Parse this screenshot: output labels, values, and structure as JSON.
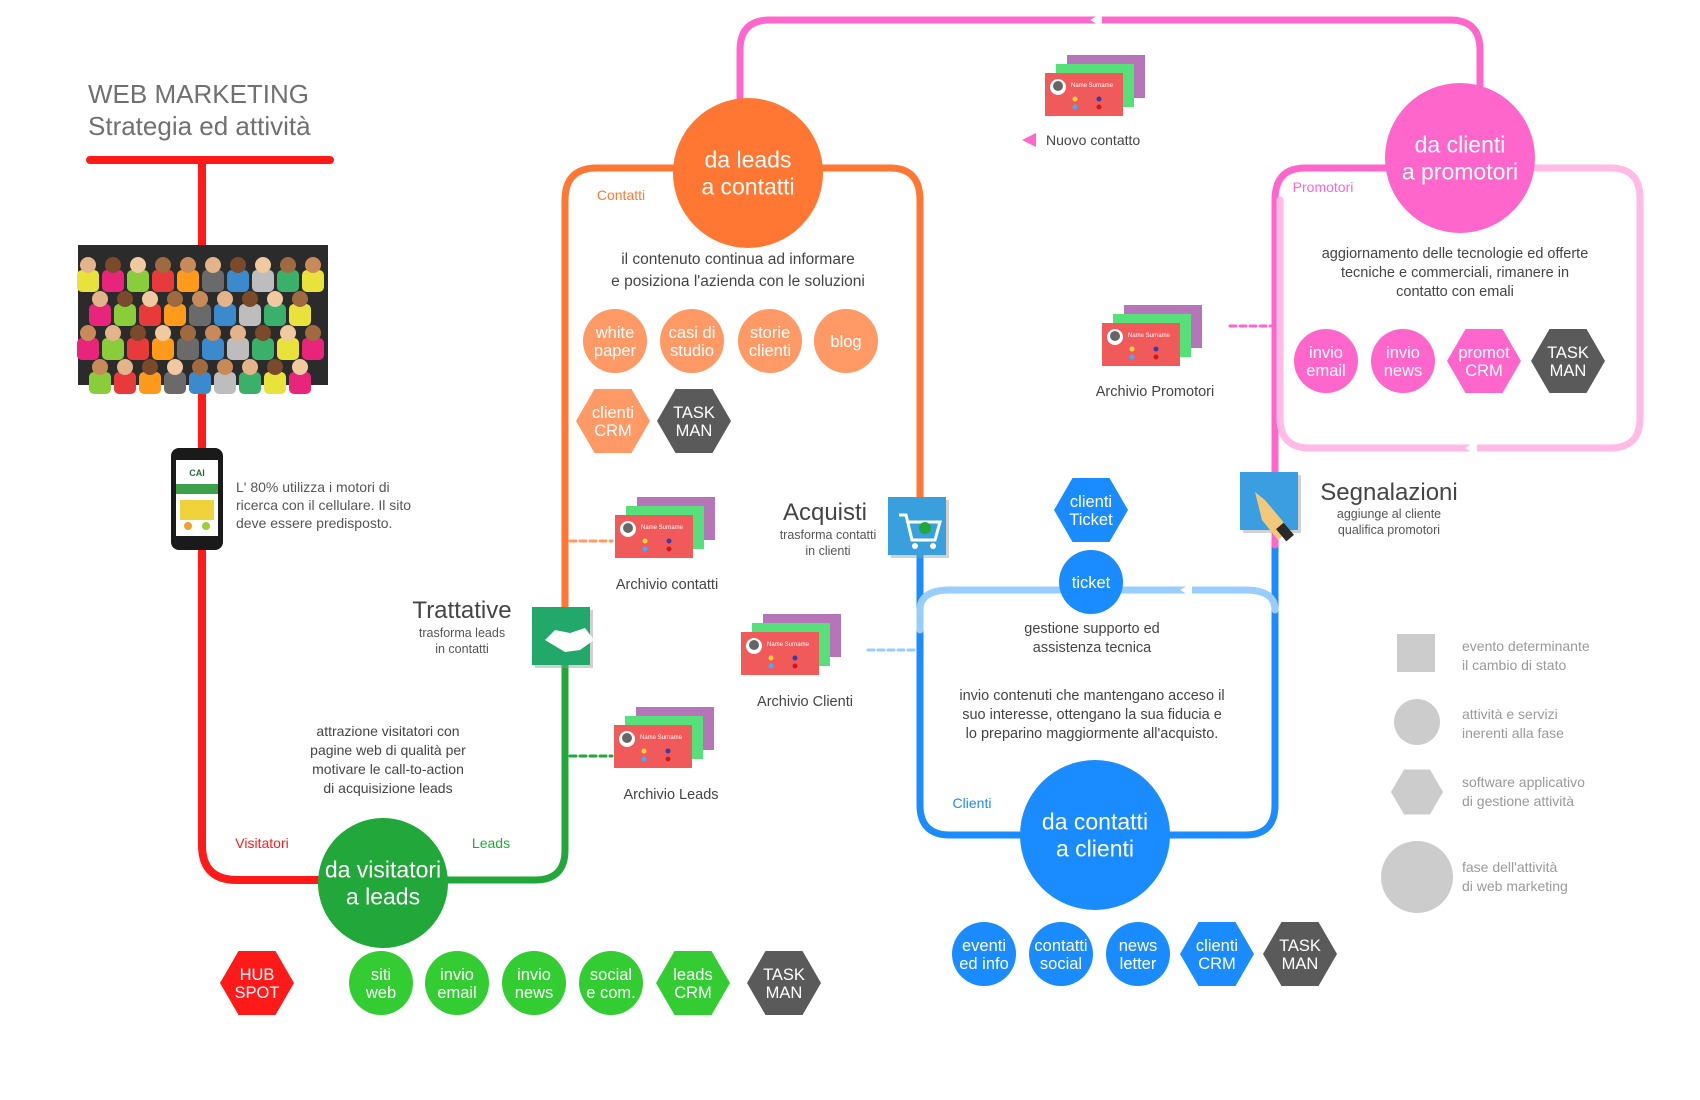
{
  "title": {
    "line1": "WEB MARKETING",
    "line2": "Strategia ed attività"
  },
  "colors": {
    "red": "#ff1a1a",
    "green": "#22a83a",
    "lightgreen": "#33cc33",
    "orange": "#ff7733",
    "salmon": "#ff9966",
    "blue": "#1a8cff",
    "lightblue": "#99ccff",
    "pink": "#ff66cc",
    "lightpink": "#ffbbe6",
    "gray": "#5a5a5a",
    "legend": "#cccccc"
  },
  "phases": {
    "leads": {
      "label": "da visitatori\na leads"
    },
    "contatti": {
      "label": "da leads\na contatti"
    },
    "clienti": {
      "label": "da contatti\na clienti"
    },
    "promotori": {
      "label": "da clienti\na promotori"
    }
  },
  "line_labels": {
    "visitatori": "Visitatori",
    "leads": "Leads",
    "contatti": "Contatti",
    "clienti": "Clienti",
    "promotori": "Promotori"
  },
  "texts": {
    "mobile": "L' 80% utilizza i motori di\nricerca con il cellulare. Il sito\ndeve essere predisposto.",
    "attrazione": "attrazione visitatori con\npagine web di qualità per\nmotivare le call-to-action\ndi acquisizione leads",
    "contenuto": "il contenuto continua ad informare\ne posiziona  l'azienda con le soluzioni",
    "gestione": "gestione supporto ed\nassistenza tecnica",
    "invio": "invio contenuti che mantengano acceso il\nsuo interesse, ottengano la sua fiducia e\nlo preparino maggiormente all'acquisto.",
    "aggiornamento": "aggiornamento delle tecnologie ed offerte\ntecniche e commerciali, rimanere in\ncontatto con emali"
  },
  "events": {
    "trattative": {
      "title": "Trattative",
      "sub": "trasforma leads\nin contatti"
    },
    "acquisti": {
      "title": "Acquisti",
      "sub": "trasforma contatti\nin clienti"
    },
    "segnalazioni": {
      "title": "Segnalazioni",
      "sub": "aggiunge al cliente\nqualifica promotori"
    }
  },
  "archives": {
    "contatti": "Archivio contatti",
    "clienti": "Archivio Clienti",
    "leads": "Archivio Leads",
    "promotori": "Archivio Promotori",
    "nuovo": "Nuovo contatto",
    "card_name": "Name Surname"
  },
  "activities": {
    "leads": [
      "HUB\nSPOT",
      "siti\nweb",
      "invio\nemail",
      "invio\nnews",
      "social\ne com.",
      "leads\nCRM",
      "TASK\nMAN"
    ],
    "contatti": [
      "white\npaper",
      "casi di\nstudio",
      "storie\nclienti",
      "blog",
      "clienti\nCRM",
      "TASK\nMAN"
    ],
    "clienti": [
      "eventi\ned info",
      "contatti\nsocial",
      "news\nletter",
      "clienti\nCRM",
      "TASK\nMAN"
    ],
    "promotori": [
      "invio\nemail",
      "invio\nnews",
      "promot\nCRM",
      "TASK\nMAN"
    ],
    "ticket": [
      "clienti\nTicket",
      "ticket"
    ]
  },
  "legend": [
    "evento determinante\nil cambio di stato",
    "attività e servizi\ninerenti alla fase",
    "software applicativo\ndi gestione attività",
    "fase dell'attività\ndi web marketing"
  ],
  "phone": {
    "brand": "CAI"
  }
}
